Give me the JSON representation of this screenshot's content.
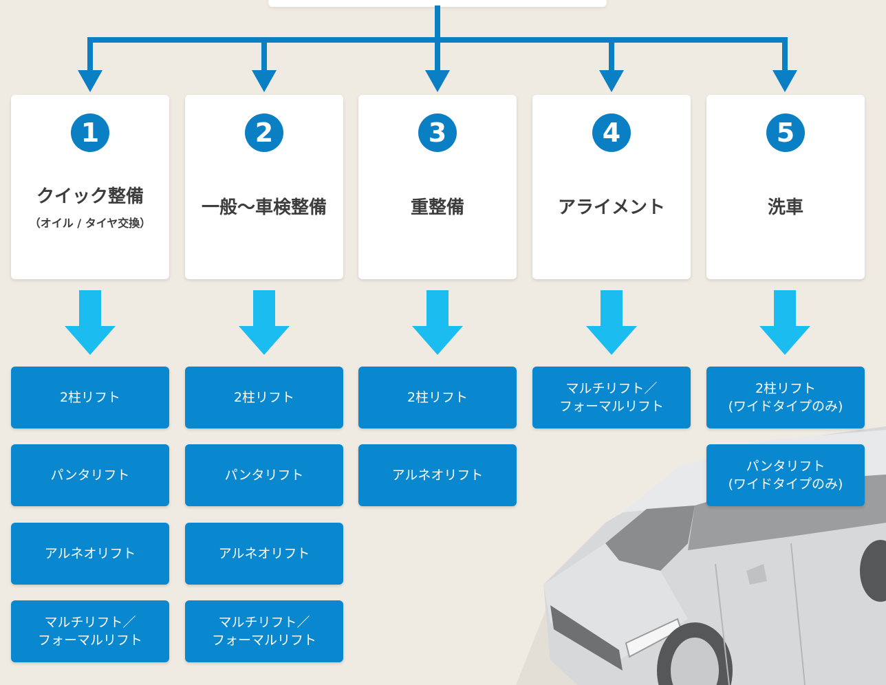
{
  "colors": {
    "background": "#f0ebe2",
    "connector": "#0a7fc4",
    "down_arrow": "#1bbcf0",
    "lift_box": "#0a88cf",
    "badge": "#0a7fc4"
  },
  "categories": [
    {
      "number": "1",
      "title": "クイック整備",
      "subtitle": "（オイル / タイヤ交換）",
      "lifts": [
        {
          "lines": [
            "2柱リフト"
          ]
        },
        {
          "lines": [
            "パンタリフト"
          ]
        },
        {
          "lines": [
            "アルネオリフト"
          ]
        },
        {
          "lines": [
            "マルチリフト／",
            "フォーマルリフト"
          ]
        }
      ]
    },
    {
      "number": "2",
      "title": "一般～車検整備",
      "lifts": [
        {
          "lines": [
            "2柱リフト"
          ]
        },
        {
          "lines": [
            "パンタリフト"
          ]
        },
        {
          "lines": [
            "アルネオリフト"
          ]
        },
        {
          "lines": [
            "マルチリフト／",
            "フォーマルリフト"
          ]
        }
      ]
    },
    {
      "number": "3",
      "title": "重整備",
      "lifts": [
        {
          "lines": [
            "2柱リフト"
          ]
        },
        {
          "lines": [
            "アルネオリフト"
          ]
        }
      ]
    },
    {
      "number": "4",
      "title": "アライメント",
      "lifts": [
        {
          "lines": [
            "マルチリフト／",
            "フォーマルリフト"
          ]
        }
      ]
    },
    {
      "number": "5",
      "title": "洗車",
      "lifts": [
        {
          "lines": [
            "2柱リフト",
            "(ワイドタイプのみ)"
          ]
        },
        {
          "lines": [
            "パンタリフト",
            "(ワイドタイプのみ)"
          ]
        }
      ]
    }
  ]
}
